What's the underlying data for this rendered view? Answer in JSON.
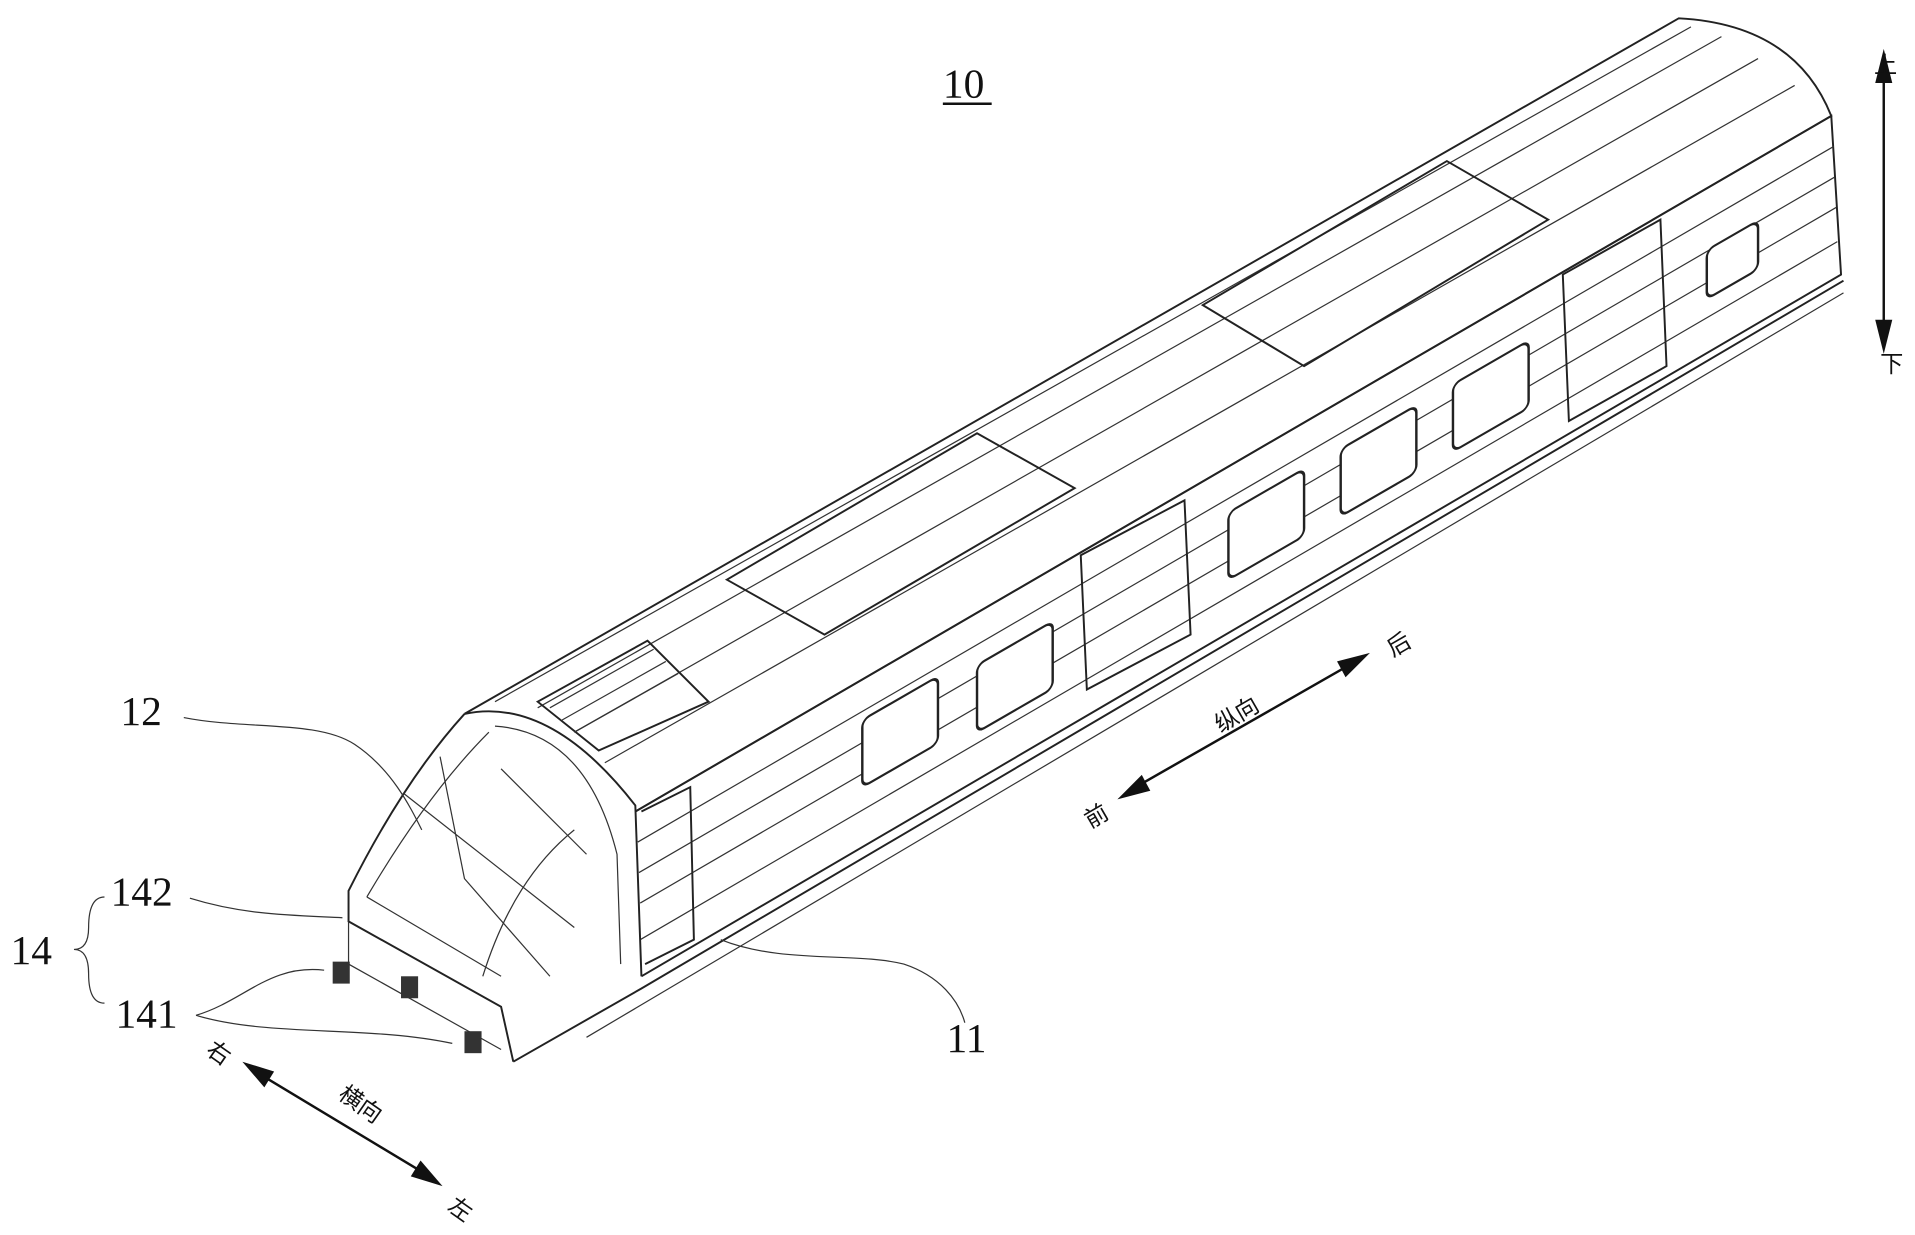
{
  "figure": {
    "title_ref": "10",
    "labels": {
      "underframe": "11",
      "front_frame": "12",
      "group": "14",
      "part_141": "141",
      "part_142": "142"
    },
    "directions": {
      "up": "上",
      "down": "下",
      "front": "前",
      "rear": "后",
      "longitudinal": "纵向",
      "right": "右",
      "left": "左",
      "lateral": "横向"
    }
  }
}
